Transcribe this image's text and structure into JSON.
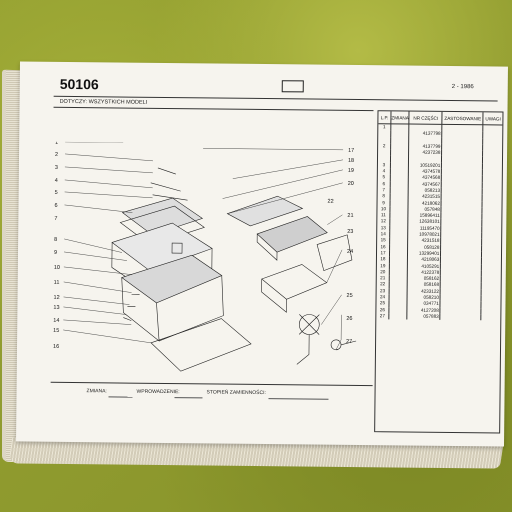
{
  "document": {
    "code": "50106",
    "date": "2 - 1986",
    "subtitle": "DOTYCZY: WSZYSTKICH MODELI",
    "columns": [
      "L.P.",
      "ZMIANA",
      "NR CZĘŚCI",
      "ZASTOSOWANIE",
      "UWAGI"
    ],
    "rows": [
      {
        "lp": "1",
        "part": ""
      },
      {
        "lp": "",
        "part": "4137798"
      },
      {
        "lp": "",
        "part": ""
      },
      {
        "lp": "2",
        "part": "4137799"
      },
      {
        "lp": "",
        "part": "4237238"
      },
      {
        "lp": "",
        "part": ""
      },
      {
        "lp": "3",
        "part": "10519201"
      },
      {
        "lp": "4",
        "part": "4374578"
      },
      {
        "lp": "5",
        "part": "4374568"
      },
      {
        "lp": "6",
        "part": "4374567"
      },
      {
        "lp": "7",
        "part": "058213"
      },
      {
        "lp": "8",
        "part": "4231515"
      },
      {
        "lp": "9",
        "part": "4218062"
      },
      {
        "lp": "10",
        "part": "057848"
      },
      {
        "lp": "11",
        "part": "15896411"
      },
      {
        "lp": "12",
        "part": "12638101"
      },
      {
        "lp": "13",
        "part": "11195470"
      },
      {
        "lp": "14",
        "part": "10978021"
      },
      {
        "lp": "15",
        "part": "4231518"
      },
      {
        "lp": "16",
        "part": "058128"
      },
      {
        "lp": "17",
        "part": "13299401"
      },
      {
        "lp": "18",
        "part": "4218063"
      },
      {
        "lp": "19",
        "part": "4105291"
      },
      {
        "lp": "20",
        "part": "4122378"
      },
      {
        "lp": "21",
        "part": "058162"
      },
      {
        "lp": "22",
        "part": "058168"
      },
      {
        "lp": "23",
        "part": "4233122"
      },
      {
        "lp": "24",
        "part": "058210"
      },
      {
        "lp": "25",
        "part": "034771"
      },
      {
        "lp": "26",
        "part": "4127208"
      },
      {
        "lp": "27",
        "part": "057883"
      }
    ],
    "footer": {
      "change": "ZMIANA:",
      "intro": "WPROWADZENIE:",
      "level": "STOPIEŃ ZAMIENNOŚCI:"
    },
    "callouts_left": [
      "1",
      "2",
      "3",
      "4",
      "5",
      "6",
      "7",
      "8",
      "9",
      "10",
      "11",
      "12",
      "13",
      "14",
      "15",
      "16"
    ],
    "callouts_right": [
      "17",
      "18",
      "19",
      "20",
      "21",
      "22",
      "23",
      "24",
      "25",
      "26",
      "27"
    ]
  }
}
